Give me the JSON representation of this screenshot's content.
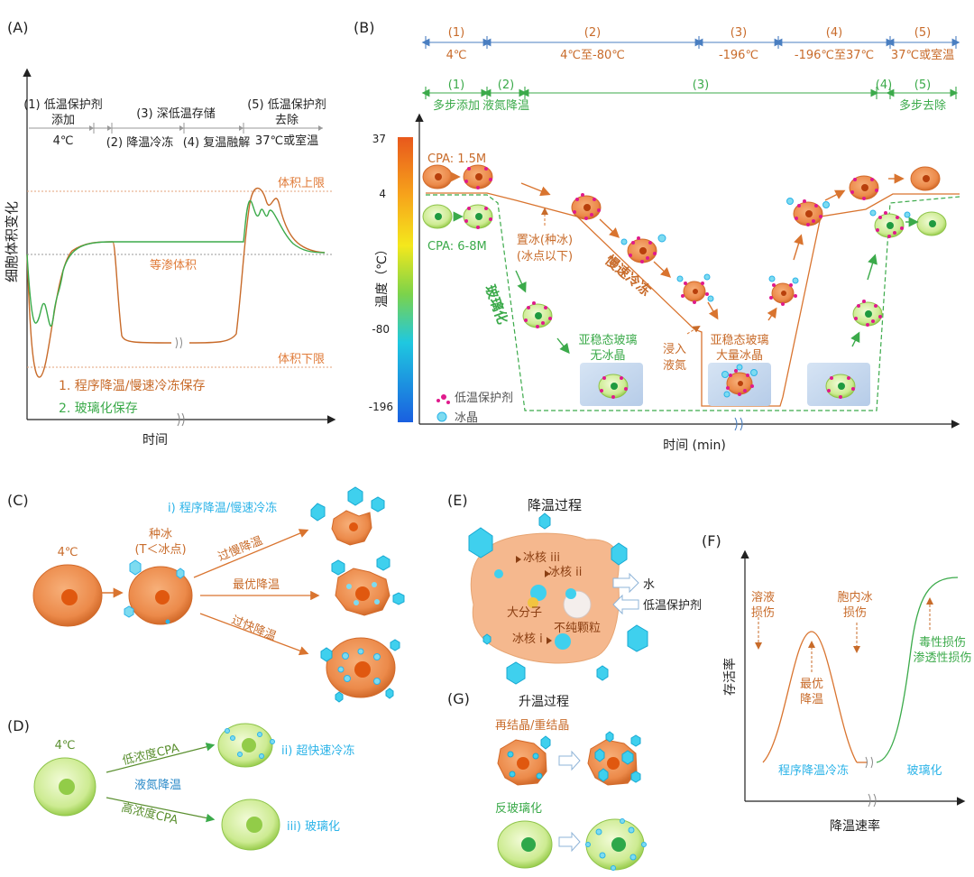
{
  "colors": {
    "orange": "#E07B39",
    "orange_dark": "#C0581C",
    "orange_label": "#C86B2A",
    "green": "#3BAA4A",
    "green_light": "#A8D86A",
    "blue": "#4A7FC1",
    "cyan": "#2BB3E8",
    "magenta": "#E01A8C",
    "ice_blue": "#2CC4E8"
  },
  "panelA": {
    "label": "(A)",
    "stages": {
      "s1": "(1) 低温保护剂",
      "s1b": "添加",
      "s1c": "4℃",
      "s2": "(2) 降温冷冻",
      "s3": "(3) 深低温存储",
      "s4": "(4) 复温融解",
      "s5": "(5) 低温保护剂",
      "s5b": "去除",
      "s5c": "37℃或室温"
    },
    "upper_limit": "体积上限",
    "isotonic": "等渗体积",
    "lower_limit": "体积下限",
    "ylabel": "细胞体积变化",
    "xlabel": "时间",
    "legend1": "1. 程序降温/慢速冷冻保存",
    "legend2": "2. 玻璃化保存"
  },
  "panelB": {
    "label": "(B)",
    "top_stages": [
      {
        "num": "(1)",
        "text": "4℃"
      },
      {
        "num": "(2)",
        "text": "4℃至-80℃"
      },
      {
        "num": "(3)",
        "text": "-196℃"
      },
      {
        "num": "(4)",
        "text": "-196℃至37℃"
      },
      {
        "num": "(5)",
        "text": "37℃或室温"
      }
    ],
    "green_stages": [
      {
        "num": "(1)",
        "text": "多步添加"
      },
      {
        "num": "(2)",
        "text": "液氮降温"
      },
      {
        "num": "(3)",
        "text": ""
      },
      {
        "num": "(4)",
        "text": ""
      },
      {
        "num": "(5)",
        "text": "多步去除"
      }
    ],
    "ticks": [
      "37",
      "4",
      "-80",
      "-196"
    ],
    "ylabel": "温度（℃）",
    "xlabel": "时间 (min)",
    "cpa_low": "CPA: 1.5M",
    "cpa_high": "CPA: 6-8M",
    "seeding_1": "置冰(种冰)",
    "seeding_2": "(冰点以下)",
    "slow_freeze": "慢速冷冻",
    "vitrify": "玻璃化",
    "meta_glass_no_ice_1": "亚稳态玻璃",
    "meta_glass_no_ice_2": "无冰晶",
    "immerse_1": "浸入",
    "immerse_2": "液氮",
    "meta_glass_ice_1": "亚稳态玻璃",
    "meta_glass_ice_2": "大量冰晶",
    "legend_cpa": "低温保护剂",
    "legend_ice": "冰晶"
  },
  "panelC": {
    "label": "(C)",
    "temp": "4℃",
    "seed_1": "种冰",
    "seed_2": "(T＜冰点)",
    "method": "i) 程序降温/慢速冷冻",
    "too_slow": "过慢降温",
    "optimal": "最优降温",
    "too_fast": "过快降温"
  },
  "panelD": {
    "label": "(D)",
    "temp": "4℃",
    "low_cpa": "低浓度CPA",
    "ln2": "液氮降温",
    "high_cpa": "高浓度CPA",
    "ultra_fast": "ii) 超快速冷冻",
    "vitrification": "iii) 玻璃化"
  },
  "panelE": {
    "label": "(E)",
    "title": "降温过程",
    "nucleus3": "冰核 iii",
    "nucleus2": "冰核 ii",
    "nucleus1": "冰核 i",
    "macromolecule": "大分子",
    "impurity": "不纯颗粒",
    "water": "水",
    "cpa": "低温保护剂"
  },
  "panelF": {
    "label": "(F)",
    "ylabel": "存活率",
    "xlabel": "降温速率",
    "solution_injury_1": "溶液",
    "solution_injury_2": "损伤",
    "intracellular_ice_1": "胞内冰",
    "intracellular_ice_2": "损伤",
    "optimal_1": "最优",
    "optimal_2": "降温",
    "toxic": "毒性损伤",
    "osmotic": "渗透性损伤",
    "slow_freeze": "程序降温冷冻",
    "vitrification": "玻璃化"
  },
  "panelG": {
    "label": "(G)",
    "title": "升温过程",
    "recrystal": "再结晶/重结晶",
    "devitrify": "反玻璃化"
  }
}
